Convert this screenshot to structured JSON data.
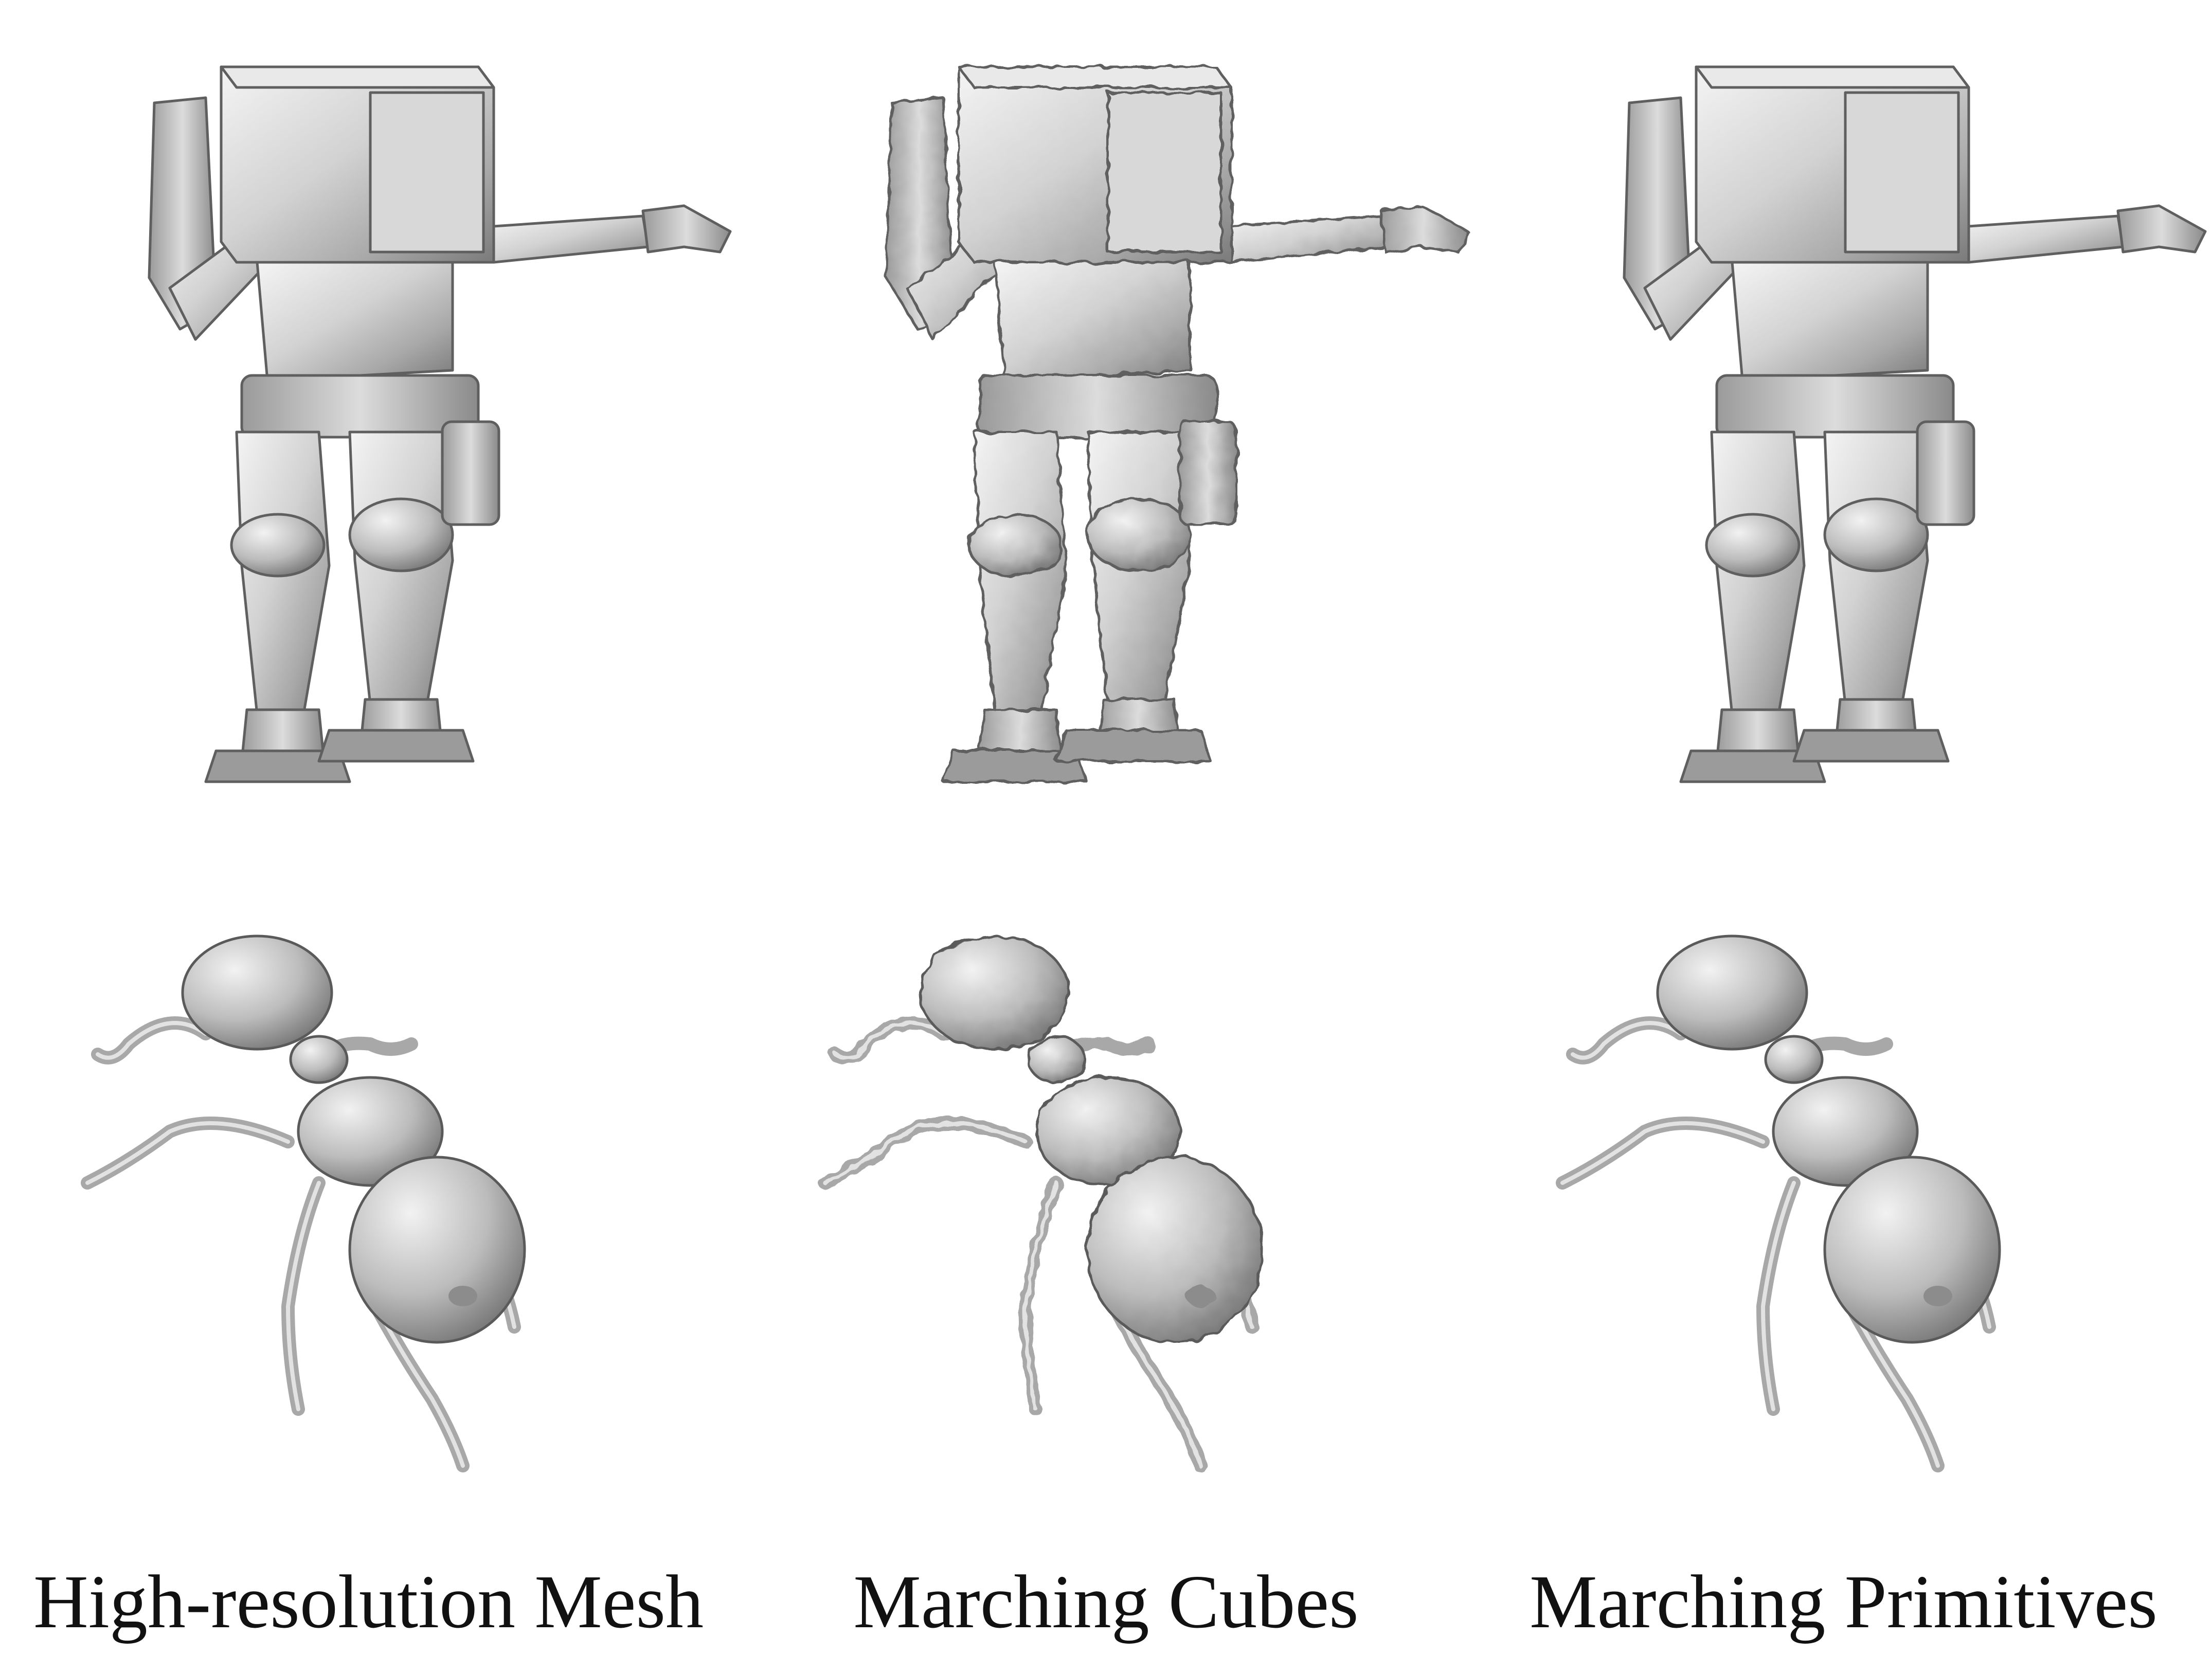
{
  "figure": {
    "captions": [
      "High-resolution Mesh",
      "Marching Cubes",
      "Marching Primitives"
    ],
    "rows": [
      "robot",
      "ant"
    ],
    "colors": {
      "background": "#ffffff",
      "metal_light": "#eeeeee",
      "metal_mid": "#bdbdbd",
      "metal_dark": "#6f6f6f",
      "caption_text": "#111111"
    }
  }
}
